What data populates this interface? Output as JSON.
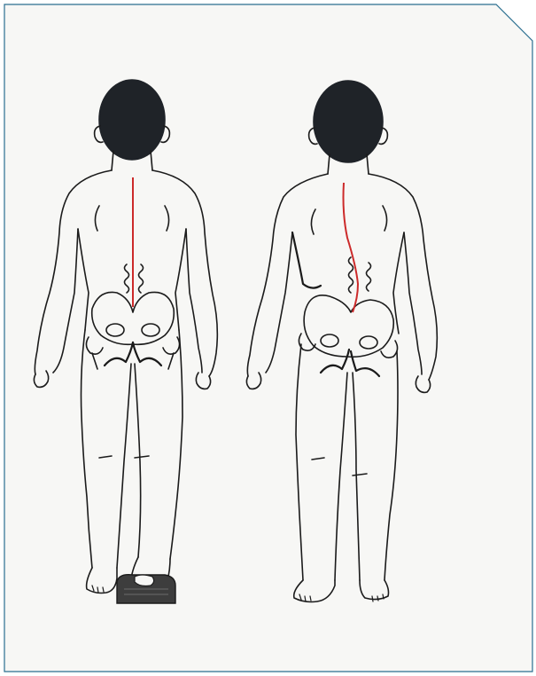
{
  "illustration": {
    "type": "anatomical-line-drawing",
    "figures": [
      {
        "view": "posterior",
        "spine": "straight",
        "pelvis": "level",
        "foot_block": "under-right-foot",
        "line_color": "#cc2a2a"
      },
      {
        "view": "posterior",
        "spine": "curved",
        "pelvis": "tilted",
        "foot_block": "none",
        "line_color": "#cc2a2a"
      }
    ]
  },
  "colors": {
    "paper": "#f7f7f5",
    "frame": "#2a6e8f",
    "ink": "#1b1b1b",
    "hair": "#1f2328",
    "spine": "#cc2a2a",
    "block": "#3d3d3d"
  }
}
